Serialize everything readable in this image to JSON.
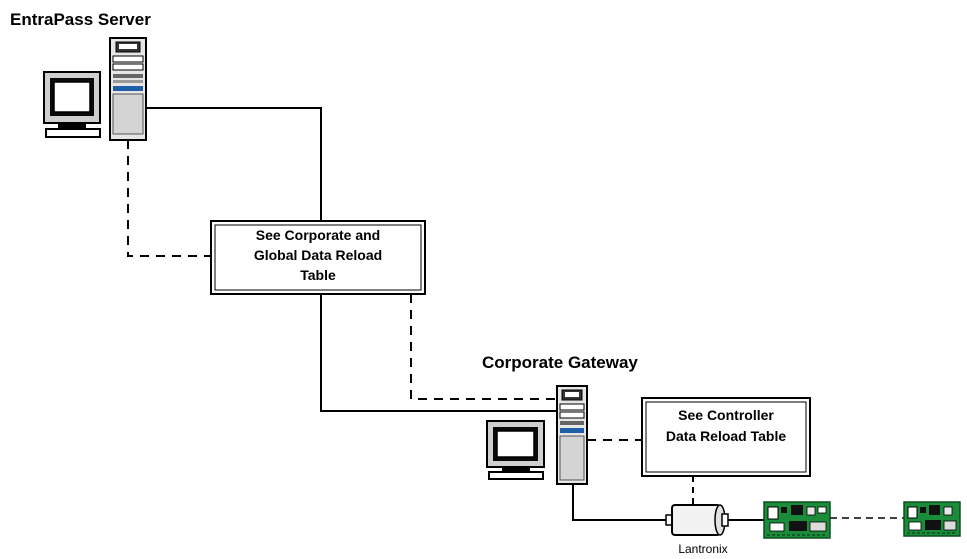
{
  "nodes": {
    "server_title": "EntraPass Server",
    "gateway_title": "Corporate Gateway",
    "lantronix_label": "Lantronix"
  },
  "notes": {
    "corporate_table": [
      "See Corporate and",
      "Global Data Reload",
      "Table"
    ],
    "controller_table": [
      "See Controller",
      "Data Reload Table"
    ]
  },
  "colors": {
    "line": "#000000",
    "board_green": "#1a8c3a",
    "board_dark": "#0d4f20",
    "monitor_screen": "#0a0a0a",
    "tower_gray": "#d8d8d8",
    "tower_blue": "#1f5fa8"
  }
}
